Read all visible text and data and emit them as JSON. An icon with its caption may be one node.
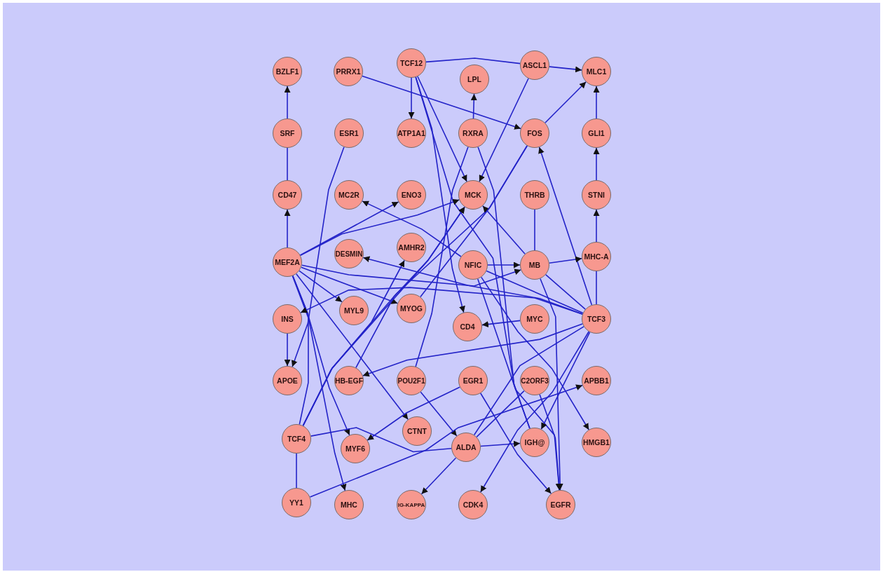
{
  "diagram": {
    "nodes": [
      {
        "text": [
          "BZLF1"
        ]
      },
      {
        "text": [
          "PRRX1"
        ]
      },
      {
        "text": [
          "TCF12"
        ]
      },
      {
        "text": [
          "LPL"
        ]
      },
      {
        "text": [
          "ASCL1"
        ]
      },
      {
        "text": [
          "MLC1"
        ]
      },
      {
        "text": [
          "SRF"
        ]
      },
      {
        "text": [
          "ESR1"
        ]
      },
      {
        "text": [
          "ATP1A1"
        ]
      },
      {
        "text": [
          "RXRA"
        ]
      },
      {
        "text": [
          "FOS"
        ]
      },
      {
        "text": [
          "GLI1"
        ]
      },
      {
        "text": [
          "CD47"
        ]
      },
      {
        "text": [
          "MC2R"
        ]
      },
      {
        "text": [
          "ENO3"
        ]
      },
      {
        "text": [
          "MCK"
        ]
      },
      {
        "text": [
          "THRB"
        ]
      },
      {
        "text": [
          "STNI"
        ]
      },
      {
        "text": [
          "MEF2A"
        ]
      },
      {
        "text": [
          "DESMIN"
        ]
      },
      {
        "text": [
          "AMHR2"
        ]
      },
      {
        "text": [
          "NFIC"
        ]
      },
      {
        "text": [
          "MB"
        ]
      },
      {
        "text": [
          "MHC-A"
        ]
      },
      {
        "text": [
          "INS"
        ]
      },
      {
        "text": [
          "MYL9"
        ]
      },
      {
        "text": [
          "MYOG"
        ]
      },
      {
        "text": [
          "CD4"
        ]
      },
      {
        "text": [
          "MYC"
        ]
      },
      {
        "text": [
          "TCF3"
        ]
      },
      {
        "text": [
          "APOE"
        ]
      },
      {
        "text": [
          "HB-EGF"
        ]
      },
      {
        "text": [
          "POU2F1"
        ]
      },
      {
        "text": [
          "EGR1"
        ]
      },
      {
        "text": [
          "C2ORF3"
        ]
      },
      {
        "text": [
          "APBB1"
        ]
      },
      {
        "text": [
          "TCF4"
        ]
      },
      {
        "text": [
          "MYF6"
        ]
      },
      {
        "text": [
          "CTNT"
        ]
      },
      {
        "text": [
          "ALDA"
        ]
      },
      {
        "text": [
          "IGH@"
        ]
      },
      {
        "text": [
          "HMGB1"
        ]
      },
      {
        "text": [
          "YY1"
        ]
      },
      {
        "text": [
          "MHC"
        ]
      },
      {
        "text": [
          "IG-KAPPA"
        ]
      },
      {
        "text": [
          "CDK4"
        ]
      },
      {
        "text": [
          "EGFR"
        ]
      }
    ],
    "edges": [
      {
        "from": 6,
        "to": 0,
        "arrow": "to"
      },
      {
        "from": 6,
        "to": 12,
        "arrow": "none"
      },
      {
        "from": 1,
        "to": 10,
        "arrow": "to"
      },
      {
        "from": 2,
        "to": 4,
        "arrow": "none"
      },
      {
        "from": 4,
        "to": 5,
        "arrow": "to"
      },
      {
        "from": 2,
        "to": 8,
        "arrow": "to"
      },
      {
        "from": 2,
        "to": 15,
        "arrow": "to"
      },
      {
        "from": 2,
        "to": 27,
        "arrow": "to"
      },
      {
        "from": 2,
        "to": 40,
        "arrow": "none"
      },
      {
        "from": 9,
        "to": 3,
        "arrow": "to"
      },
      {
        "from": 9,
        "to": 40,
        "arrow": "none"
      },
      {
        "from": 32,
        "to": 9,
        "arrow": "none"
      },
      {
        "from": 4,
        "to": 15,
        "arrow": "to"
      },
      {
        "from": 10,
        "to": 5,
        "arrow": "to"
      },
      {
        "from": 36,
        "to": 10,
        "arrow": "none"
      },
      {
        "from": 29,
        "to": 10,
        "arrow": "to"
      },
      {
        "from": 11,
        "to": 5,
        "arrow": "to"
      },
      {
        "from": 17,
        "to": 11,
        "arrow": "to"
      },
      {
        "from": 23,
        "to": 17,
        "arrow": "to"
      },
      {
        "from": 29,
        "to": 23,
        "arrow": "none"
      },
      {
        "from": 18,
        "to": 12,
        "arrow": "to"
      },
      {
        "from": 18,
        "to": 15,
        "arrow": "to"
      },
      {
        "from": 18,
        "to": 14,
        "arrow": "to"
      },
      {
        "from": 18,
        "to": 22,
        "arrow": "to"
      },
      {
        "from": 21,
        "to": 22,
        "arrow": "to"
      },
      {
        "from": 22,
        "to": 23,
        "arrow": "to"
      },
      {
        "from": 21,
        "to": 13,
        "arrow": "to"
      },
      {
        "from": 29,
        "to": 19,
        "arrow": "to"
      },
      {
        "from": 18,
        "to": 25,
        "arrow": "to"
      },
      {
        "from": 18,
        "to": 26,
        "arrow": "to"
      },
      {
        "from": 24,
        "to": 30,
        "arrow": "to"
      },
      {
        "from": 7,
        "to": 30,
        "arrow": "to"
      },
      {
        "from": 18,
        "to": 37,
        "arrow": "to"
      },
      {
        "from": 18,
        "to": 43,
        "arrow": "to"
      },
      {
        "from": 18,
        "to": 38,
        "arrow": "to"
      },
      {
        "from": 18,
        "to": 36,
        "arrow": "none"
      },
      {
        "from": 32,
        "to": 39,
        "arrow": "to"
      },
      {
        "from": 36,
        "to": 42,
        "arrow": "none"
      },
      {
        "from": 42,
        "to": 35,
        "arrow": "to"
      },
      {
        "from": 36,
        "to": 20,
        "arrow": "to"
      },
      {
        "from": 36,
        "to": 15,
        "arrow": "to"
      },
      {
        "from": 31,
        "to": 15,
        "arrow": "to"
      },
      {
        "from": 36,
        "to": 39,
        "arrow": "none"
      },
      {
        "from": 39,
        "to": 40,
        "arrow": "to"
      },
      {
        "from": 29,
        "to": 24,
        "arrow": "to"
      },
      {
        "from": 28,
        "to": 27,
        "arrow": "to"
      },
      {
        "from": 22,
        "to": 15,
        "arrow": "to"
      },
      {
        "from": 16,
        "to": 22,
        "arrow": "none"
      },
      {
        "from": 22,
        "to": 46,
        "arrow": "to"
      },
      {
        "from": 21,
        "to": 41,
        "arrow": "to"
      },
      {
        "from": 21,
        "to": 46,
        "arrow": "to"
      },
      {
        "from": 29,
        "to": 45,
        "arrow": "to"
      },
      {
        "from": 34,
        "to": 46,
        "arrow": "to"
      },
      {
        "from": 29,
        "to": 40,
        "arrow": "to"
      },
      {
        "from": 29,
        "to": 31,
        "arrow": "to"
      },
      {
        "from": 33,
        "to": 37,
        "arrow": "to"
      },
      {
        "from": 33,
        "to": 46,
        "arrow": "to"
      },
      {
        "from": 29,
        "to": 39,
        "arrow": "none"
      },
      {
        "from": 29,
        "to": 22,
        "arrow": "none"
      },
      {
        "from": 29,
        "to": 21,
        "arrow": "none"
      },
      {
        "from": 26,
        "to": 10,
        "arrow": "none"
      },
      {
        "from": 39,
        "to": 44,
        "arrow": "to"
      },
      {
        "from": 39,
        "to": 34,
        "arrow": "none"
      }
    ]
  }
}
